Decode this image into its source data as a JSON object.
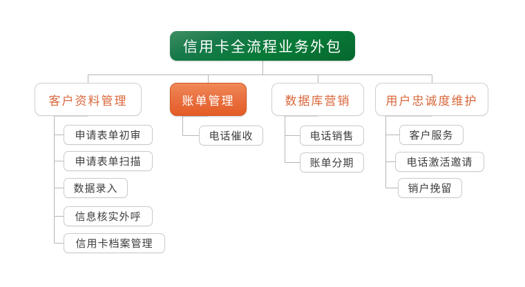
{
  "diagram": {
    "type": "org-chart",
    "background_color": "#ffffff",
    "colors": {
      "root_fill_start": "#3f8f62",
      "root_fill_end": "#06672e",
      "root_text": "#ffffff",
      "level2_text": "#d9663a",
      "level2_border": "#cfcfcf",
      "level2_active_fill_start": "#f08a58",
      "level2_active_fill_end": "#e35c26",
      "level2_active_text": "#ffffff",
      "level3_text": "#3c3c3c",
      "level3_border": "#c9c9c9",
      "connector": "#b5b5b5"
    },
    "root": {
      "label": "信用卡全流程业务外包"
    },
    "branches": [
      {
        "label": "客户资料管理",
        "highlighted": false,
        "children": [
          {
            "label": "申请表单初审"
          },
          {
            "label": "申请表单扫描"
          },
          {
            "label": "数据录入"
          },
          {
            "label": "信息核实外呼"
          },
          {
            "label": "信用卡档案管理"
          }
        ]
      },
      {
        "label": "账单管理",
        "highlighted": true,
        "children": [
          {
            "label": "电话催收"
          }
        ]
      },
      {
        "label": "数据库营销",
        "highlighted": false,
        "children": [
          {
            "label": "电话销售"
          },
          {
            "label": "账单分期"
          }
        ]
      },
      {
        "label": "用户忠诚度维护",
        "highlighted": false,
        "children": [
          {
            "label": "客户服务"
          },
          {
            "label": "电话激活邀请"
          },
          {
            "label": "销户挽留"
          }
        ]
      }
    ]
  }
}
